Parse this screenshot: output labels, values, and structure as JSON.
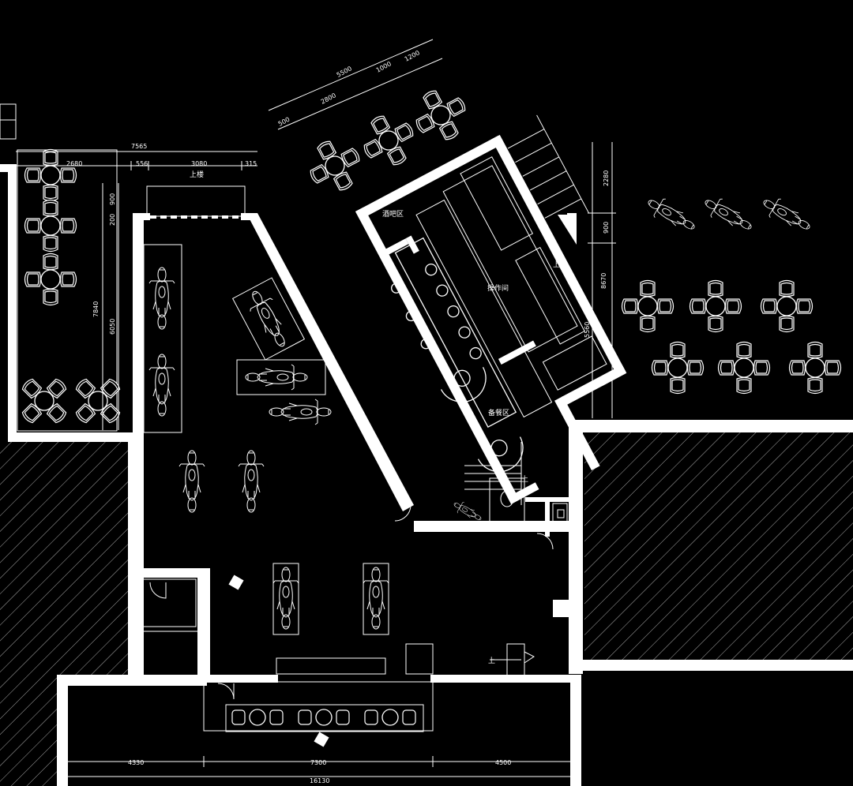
{
  "labels": {
    "annex_up": "上楼",
    "up_a": "上",
    "up_b": "上",
    "up_c": "上",
    "bar_label": "酒吧区",
    "kitchen_label": "操作间",
    "prep_label": "备餐区"
  },
  "dims": {
    "top_diag": [
      "500",
      "2800",
      "5500",
      "1000",
      "1200"
    ],
    "left_top_total": "7565",
    "left_top": [
      "2680",
      "556",
      "3080",
      "315"
    ],
    "left_side": [
      "900",
      "200",
      "7840",
      "6050"
    ],
    "right_side": [
      "2280",
      "900",
      "8670",
      "5560"
    ],
    "bottom": [
      "4330",
      "7300",
      "4500"
    ],
    "bottom_total": "16130"
  },
  "colors": {
    "background": "#000000",
    "lines": "#ffffff"
  }
}
